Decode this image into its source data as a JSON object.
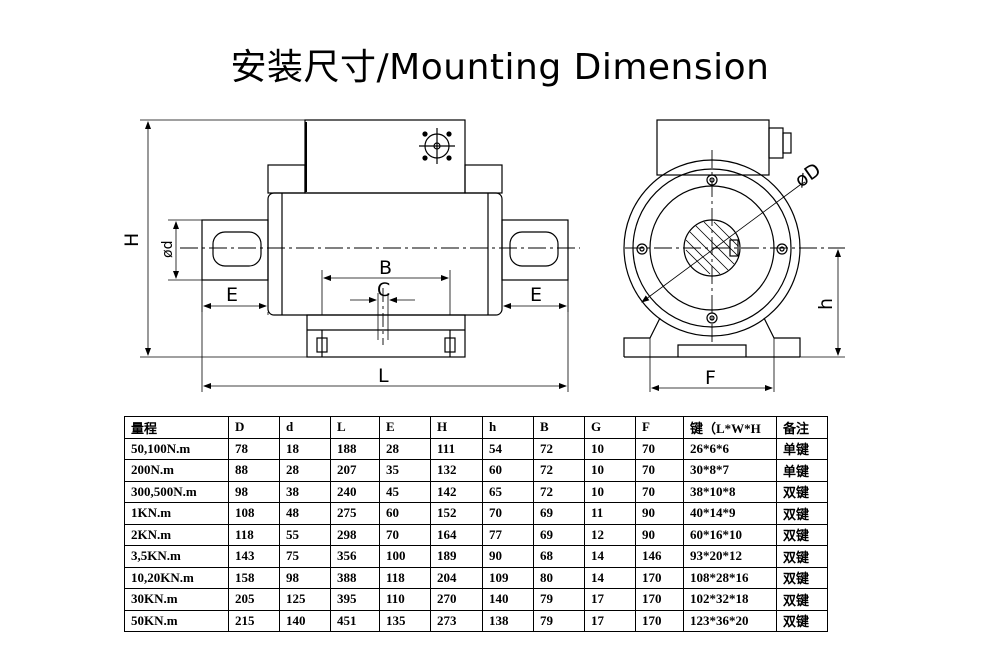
{
  "title": "安装尺寸/Mounting Dimension",
  "drawing_labels": {
    "H": "H",
    "d": "ød",
    "E_left": "E",
    "B": "B",
    "C": "C",
    "E_right": "E",
    "L": "L",
    "D": "øD",
    "h": "h",
    "F": "F"
  },
  "table": {
    "headers": [
      "量程",
      "D",
      "d",
      "L",
      "E",
      "H",
      "h",
      "B",
      "G",
      "F",
      "键（L*W*H",
      "备注"
    ],
    "rows": [
      [
        "50,100N.m",
        "78",
        "18",
        "188",
        "28",
        "111",
        "54",
        "72",
        "10",
        "70",
        "26*6*6",
        "单键"
      ],
      [
        "200N.m",
        "88",
        "28",
        "207",
        "35",
        "132",
        "60",
        "72",
        "10",
        "70",
        "30*8*7",
        "单键"
      ],
      [
        "300,500N.m",
        "98",
        "38",
        "240",
        "45",
        "142",
        "65",
        "72",
        "10",
        "70",
        "38*10*8",
        "双键"
      ],
      [
        "1KN.m",
        "108",
        "48",
        "275",
        "60",
        "152",
        "70",
        "69",
        "11",
        "90",
        "40*14*9",
        "双键"
      ],
      [
        "2KN.m",
        "118",
        "55",
        "298",
        "70",
        "164",
        "77",
        "69",
        "12",
        "90",
        "60*16*10",
        "双键"
      ],
      [
        "3,5KN.m",
        "143",
        "75",
        "356",
        "100",
        "189",
        "90",
        "68",
        "14",
        "146",
        "93*20*12",
        "双键"
      ],
      [
        "10,20KN.m",
        "158",
        "98",
        "388",
        "118",
        "204",
        "109",
        "80",
        "14",
        "170",
        "108*28*16",
        "双键"
      ],
      [
        "30KN.m",
        "205",
        "125",
        "395",
        "110",
        "270",
        "140",
        "79",
        "17",
        "170",
        "102*32*18",
        "双键"
      ],
      [
        "50KN.m",
        "215",
        "140",
        "451",
        "135",
        "273",
        "138",
        "79",
        "17",
        "170",
        "123*36*20",
        "双键"
      ]
    ]
  }
}
